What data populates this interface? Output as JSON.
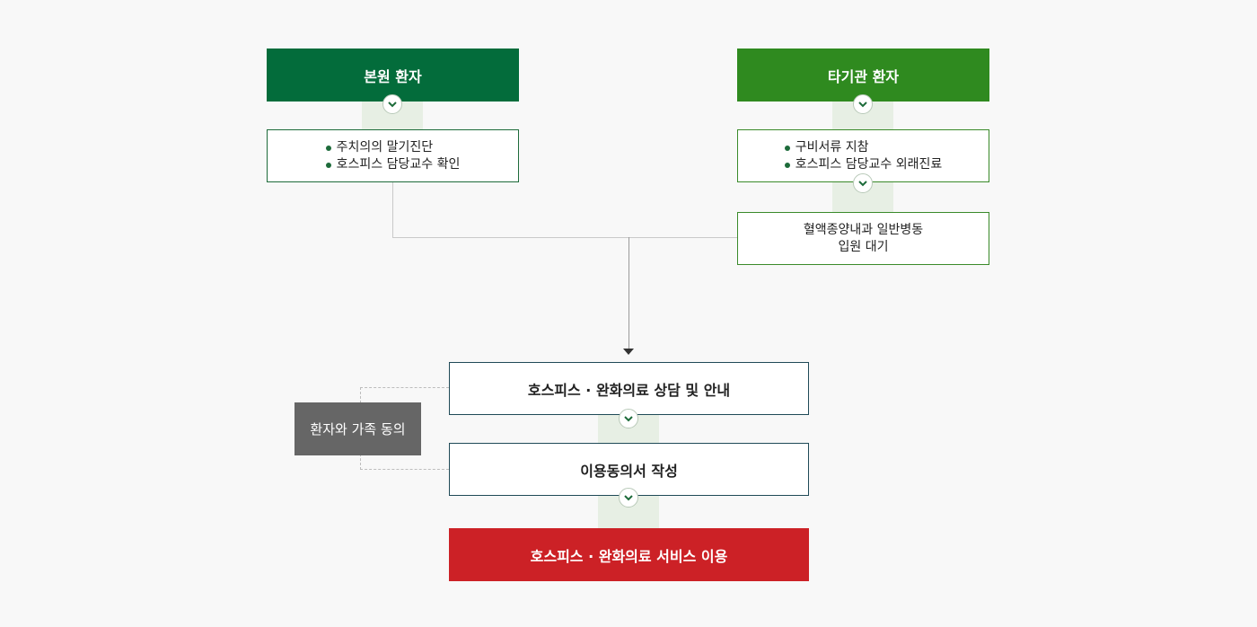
{
  "left_column": {
    "header": "본원 환자",
    "items": [
      "주치의의 말기진단",
      "호스피스 담당교수 확인"
    ]
  },
  "right_column": {
    "header": "타기관 환자",
    "items": [
      "구비서류 지참",
      "호스피스 담당교수 외래진료"
    ],
    "wait_line1": "혈액종양내과 일반병동",
    "wait_line2": "입원 대기"
  },
  "flow": {
    "step1": "호스피스 · 완화의료 상담 및 안내",
    "step2": "이용동의서 작성",
    "final": "호스피스 · 완화의료 서비스 이용",
    "consent": "환자와 가족 동의"
  },
  "colors": {
    "left_header": "#036c3b",
    "right_header": "#2f8a1f",
    "final": "#cc2126",
    "consent": "#666666"
  }
}
